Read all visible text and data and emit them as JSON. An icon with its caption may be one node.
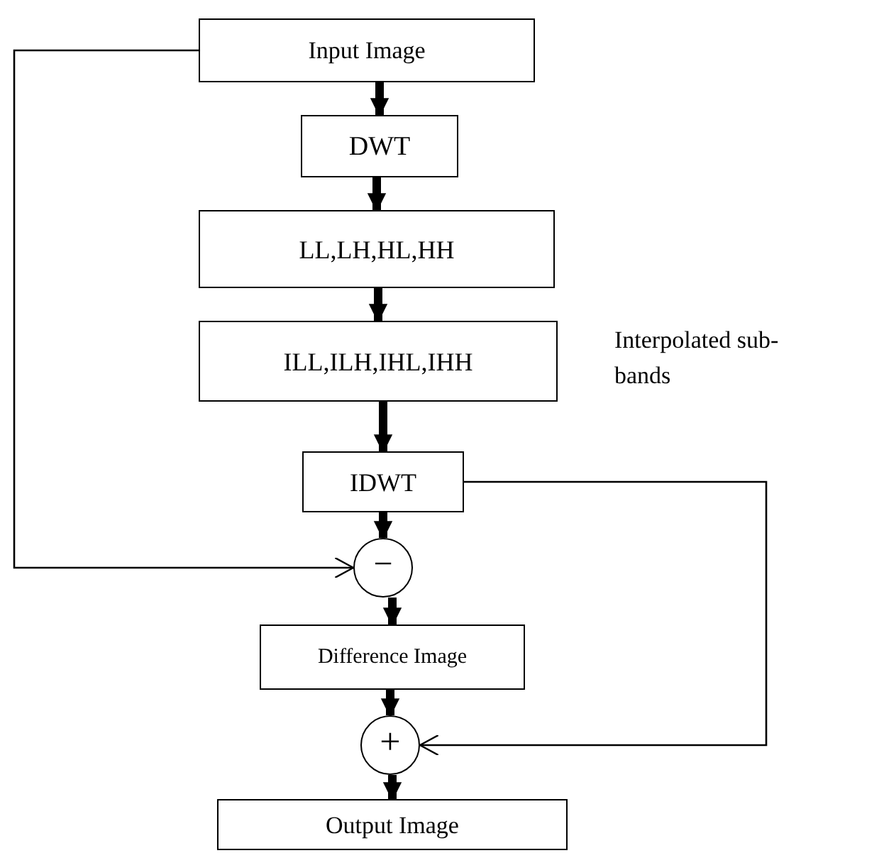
{
  "diagram": {
    "nodes": [
      {
        "text": [
          "Input Image"
        ]
      },
      {
        "text": [
          "DWT"
        ]
      },
      {
        "text": [
          "LL,LH,HL,HH"
        ]
      },
      {
        "text": [
          "ILL,ILH,IHL,IHH"
        ],
        "beside": [
          "Interpolated sub- bands"
        ]
      },
      {
        "text": [
          "IDWT"
        ]
      },
      {
        "text": [
          "−"
        ]
      },
      {
        "text": [
          "Difference Image"
        ]
      },
      {
        "text": [
          "+"
        ]
      },
      {
        "text": [
          "Output Image"
        ]
      }
    ],
    "edges": [
      {
        "from": 0,
        "to": 1,
        "arrow": "to"
      },
      {
        "from": 1,
        "to": 2,
        "arrow": "to"
      },
      {
        "from": 2,
        "to": 3,
        "arrow": "to"
      },
      {
        "from": 3,
        "to": 4,
        "arrow": "to"
      },
      {
        "from": 4,
        "to": 5,
        "arrow": "to"
      },
      {
        "from": 5,
        "to": 6,
        "arrow": "to"
      },
      {
        "from": 6,
        "to": 7,
        "arrow": "to"
      },
      {
        "from": 7,
        "to": 8,
        "arrow": "to"
      },
      {
        "from": 0,
        "to": 5,
        "arrow": "to"
      },
      {
        "from": 4,
        "to": 7,
        "arrow": "to"
      }
    ]
  }
}
